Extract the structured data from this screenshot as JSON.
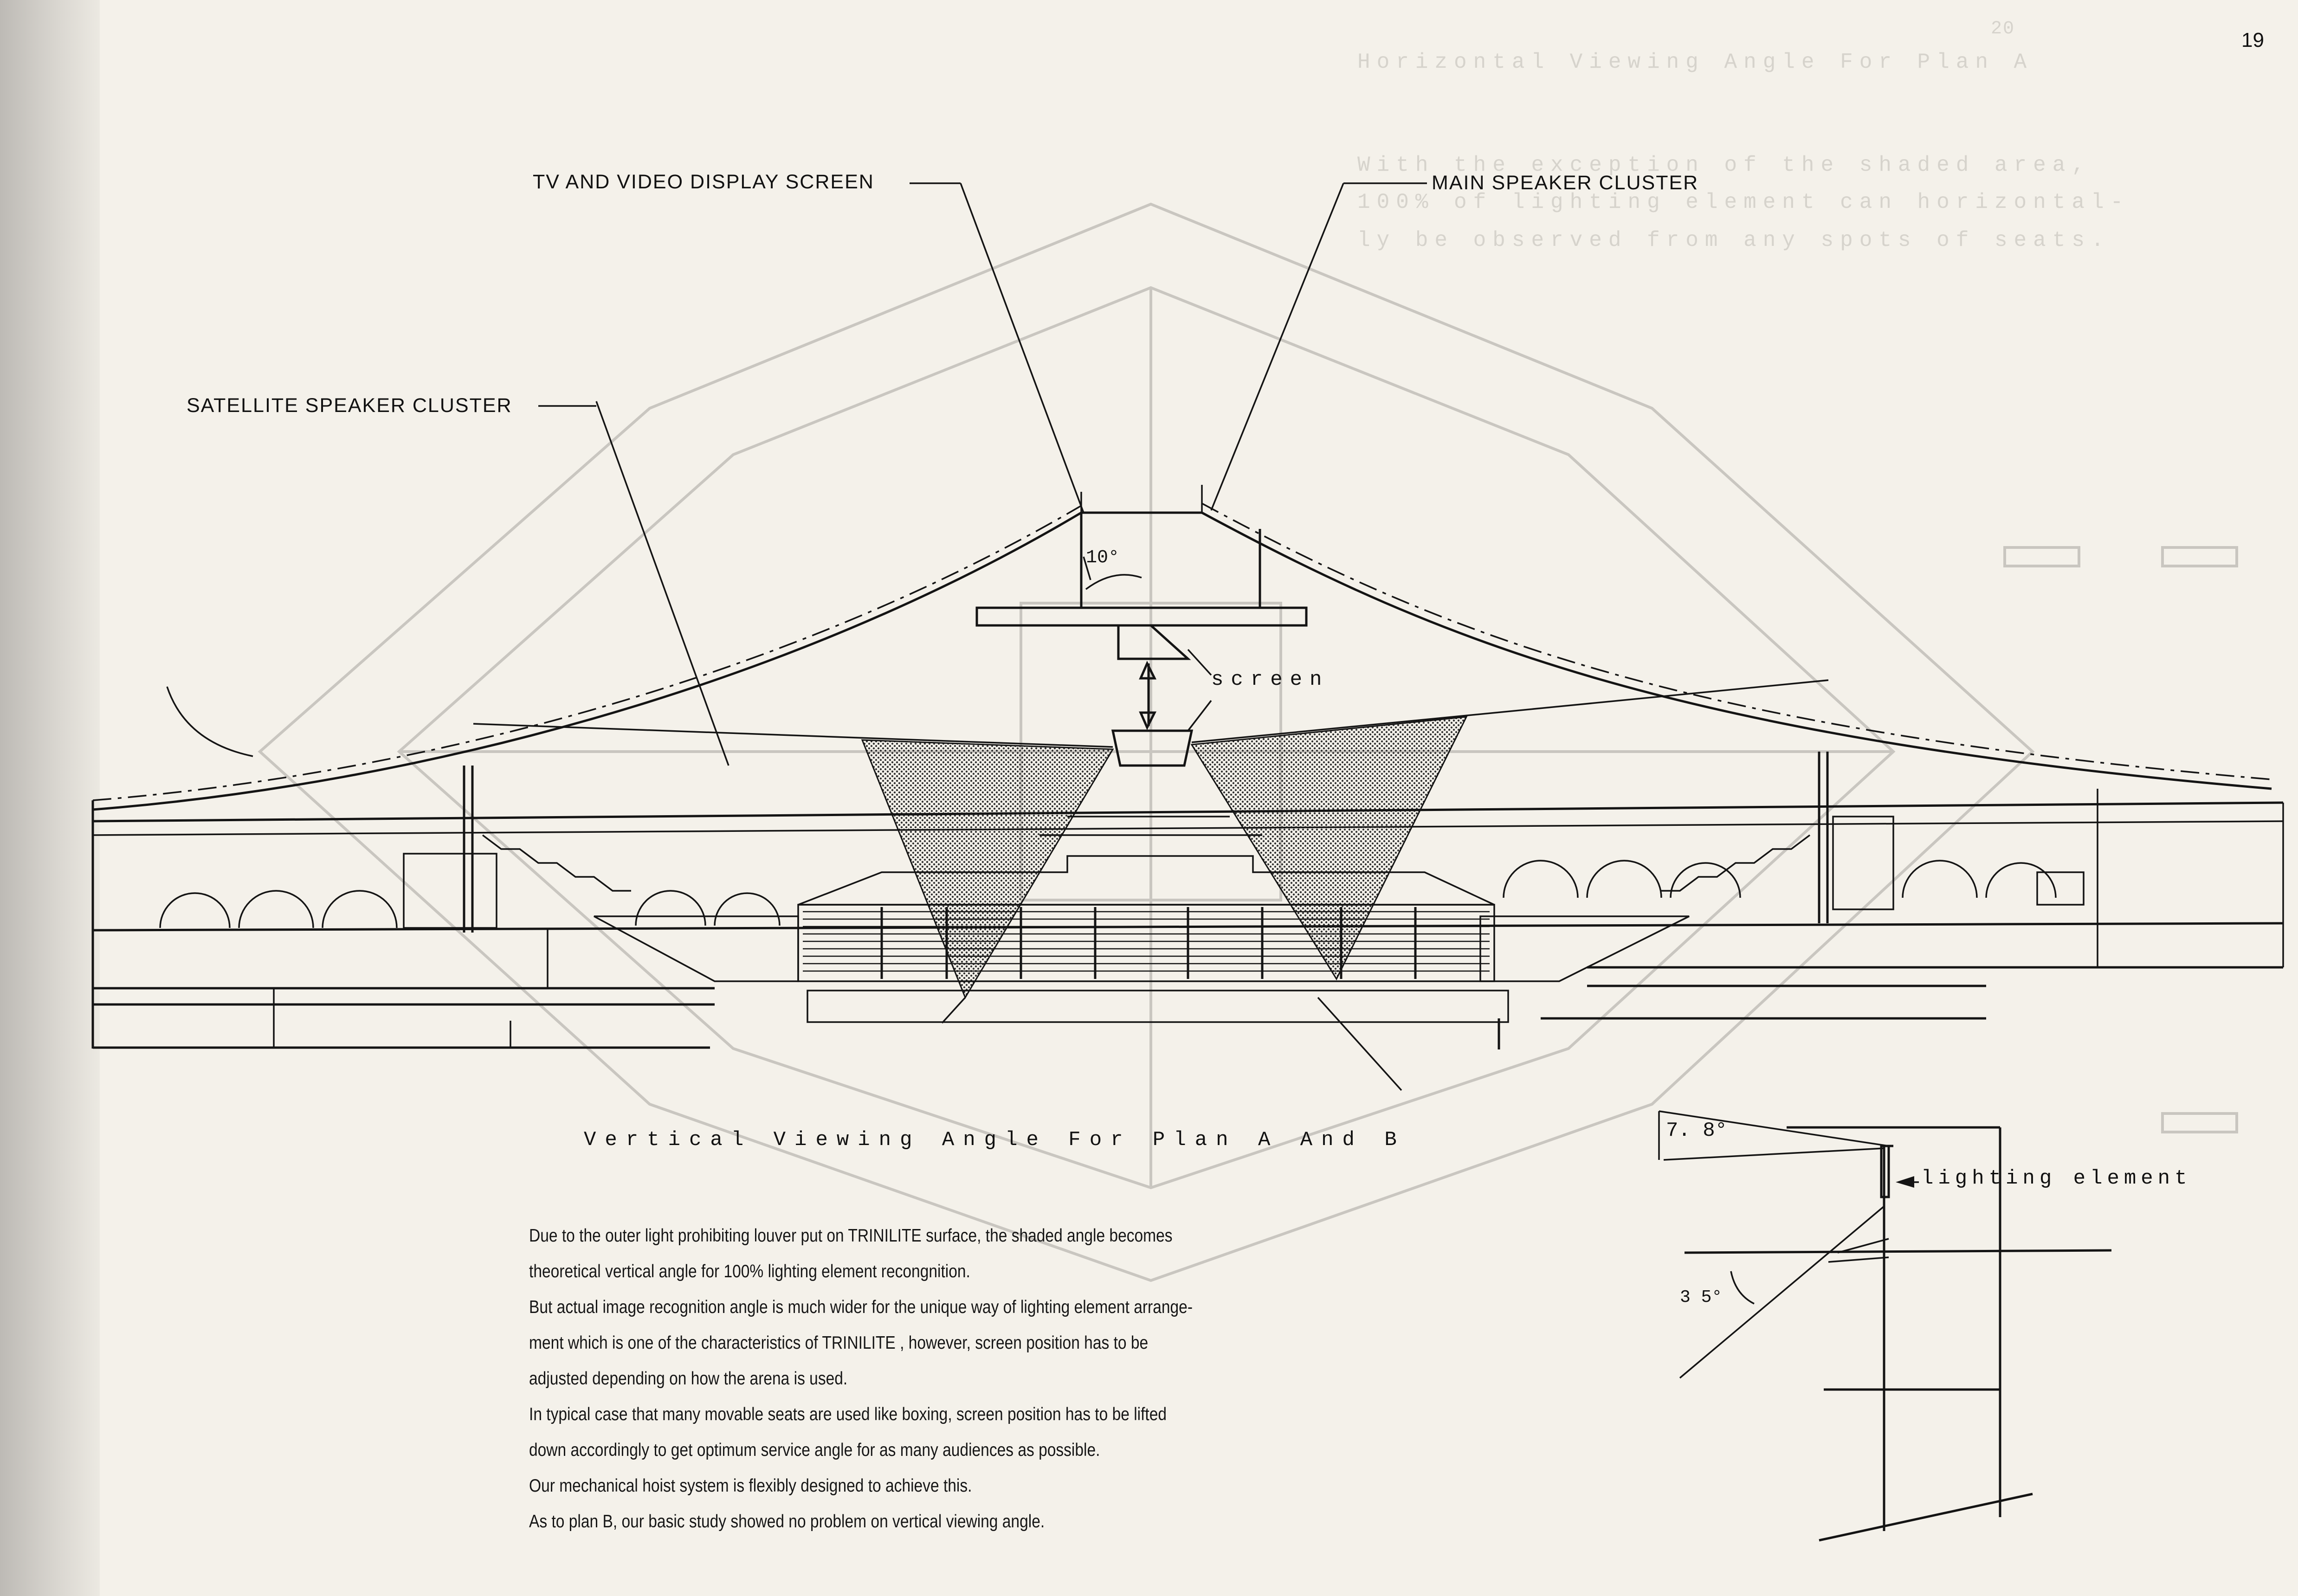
{
  "page_number": "19",
  "labels": {
    "tv_screen": "TV AND VIDEO DISPLAY SCREEN",
    "main_speaker": "MAIN SPEAKER CLUSTER",
    "satellite_speaker": "SATELLITE SPEAKER CLUSTER",
    "screen": "screen",
    "angle_10": "10°",
    "angle_78": "7. 8°",
    "angle_35": "3 5°",
    "lighting_element": "lighting element"
  },
  "caption": "Vertical Viewing Angle For Plan A And B",
  "body_lines": [
    "Due to the outer light prohibiting louver put on TRINILITE surface, the shaded angle becomes",
    "theoretical vertical angle for 100% lighting element recongnition.",
    "But actual image recognition angle is much wider for the unique way of lighting element arrange-",
    "ment which is one of the characteristics of TRINILITE , however, screen position has to be",
    "adjusted depending on how the arena is used.",
    "In typical case that many movable seats are used like boxing, screen position has to be lifted",
    "down accordingly to get optimum service angle for as many audiences as possible.",
    "Our mechanical hoist system is flexibly designed to achieve this.",
    "As to plan B, our basic study showed no problem on vertical viewing angle."
  ],
  "show_through": {
    "page_number": "20",
    "title": "Horizontal Viewing Angle For Plan A",
    "lines": [
      "With the exception of the shaded area,",
      "100% of lighting element can horizontal-",
      "ly be observed from any spots of seats."
    ]
  }
}
